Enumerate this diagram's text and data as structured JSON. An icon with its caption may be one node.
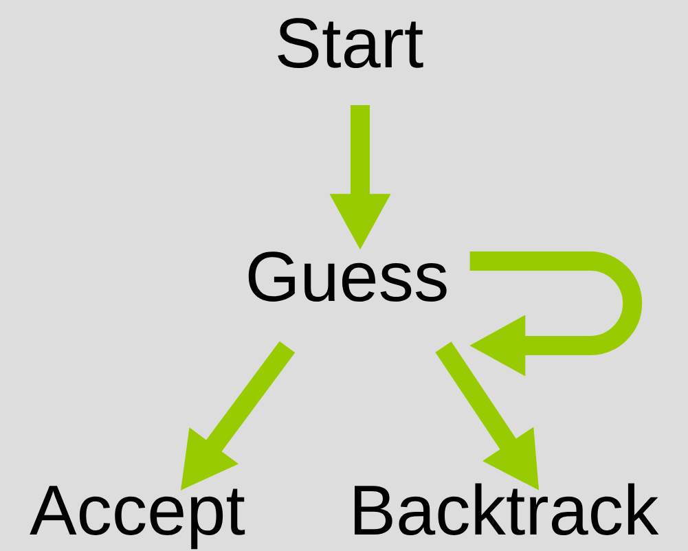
{
  "diagram": {
    "nodes": [
      {
        "text": [
          "Start"
        ]
      },
      {
        "text": [
          "Guess"
        ]
      },
      {
        "text": [
          "Accept"
        ]
      },
      {
        "text": [
          "Backtrack"
        ]
      }
    ],
    "edges": [
      {
        "from": 0,
        "to": 1,
        "arrow": "to"
      },
      {
        "from": 1,
        "to": 1,
        "arrow": "to"
      },
      {
        "from": 1,
        "to": 2,
        "arrow": "to"
      },
      {
        "from": 1,
        "to": 3,
        "arrow": "to"
      }
    ]
  }
}
